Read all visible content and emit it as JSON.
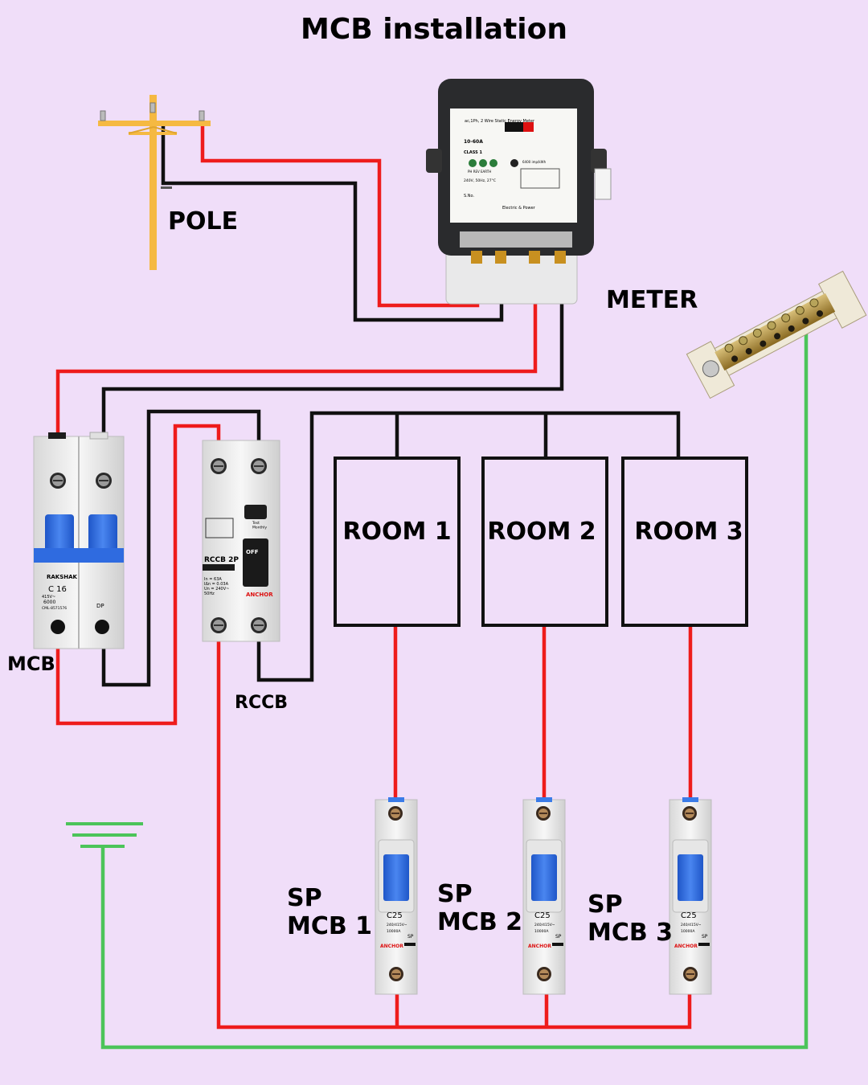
{
  "title": "MCB installation",
  "labels": {
    "pole": "POLE",
    "meter": "METER",
    "mcb": "MCB",
    "rccb": "RCCB",
    "sp_mcb_1": "SP\nMCB 1",
    "sp_mcb_2": "SP\nMCB 2",
    "sp_mcb_3": "SP\nMCB 3"
  },
  "rooms": [
    "ROOM 1",
    "ROOM 2",
    "ROOM 3"
  ],
  "meter_face": {
    "header": "ac,1Ph, 2 Wire Static Energy Meter",
    "rating": "10-60A",
    "class": "CLASS 1",
    "leds": "PH   REV  EARTH",
    "imp": "6400 imp/kWh",
    "spec": "240V, 50Hz, 27°C",
    "serial": "S.No.",
    "brand": "Electric & Power"
  },
  "dp_mcb": {
    "brand": "RAKSHAK",
    "rating": "C 16",
    "voltage": "415V~",
    "icap": "6000",
    "std": "CML-8571576",
    "type": "DP"
  },
  "rccb": {
    "model": "RCCB 2P",
    "brand": "ANCHOR",
    "test": "Test\nMonthly",
    "off": "OFF",
    "spec": "In = 63A\nIΔn = 0.03A\nUn = 240V~\n50Hz"
  },
  "sp_mcb": {
    "rating": "C25",
    "voltage": "240/415V~",
    "icap": "10000A",
    "type": "SP",
    "brand": "ANCHOR"
  },
  "colors": {
    "background": "#f0def9",
    "phase": "#ee1c1c",
    "neutral": "#111111",
    "earth": "#4cc45a",
    "breaker_handle": "#2f6be0",
    "pole": "#f5b942"
  }
}
